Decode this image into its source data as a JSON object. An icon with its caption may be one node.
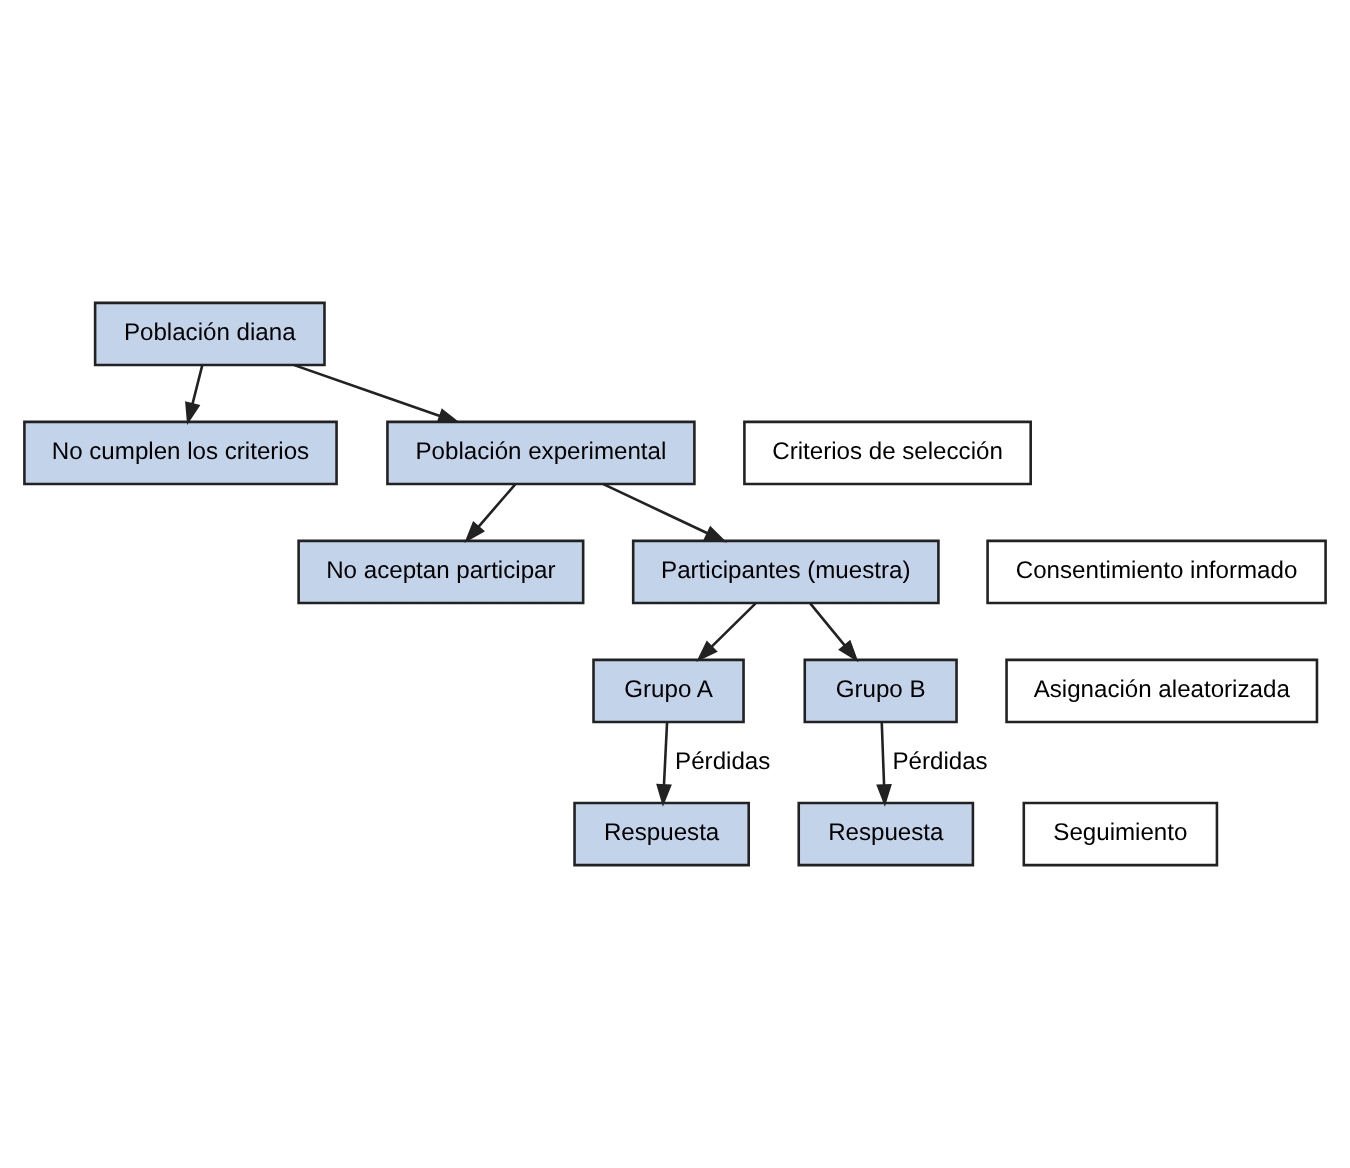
{
  "diagram": {
    "nodes": [
      {
        "text": [
          "Población diana"
        ]
      },
      {
        "text": [
          "Criterios de selección"
        ]
      },
      {
        "text": [
          "No cumplen los criterios"
        ]
      },
      {
        "text": [
          "Población experimental"
        ]
      },
      {
        "text": [
          "Consentimiento informado"
        ]
      },
      {
        "text": [
          "No aceptan participar"
        ]
      },
      {
        "text": [
          "Participantes (muestra)"
        ]
      },
      {
        "text": [
          "Asignación aleatorizada"
        ]
      },
      {
        "text": [
          "Grupo A"
        ]
      },
      {
        "text": [
          "Grupo B"
        ]
      },
      {
        "text": [
          "Seguimiento"
        ]
      },
      {
        "text": [
          "Respuesta"
        ]
      },
      {
        "text": [
          "Respuesta"
        ]
      }
    ],
    "edges": [
      {
        "from": 0,
        "to": 3,
        "arrow": "to"
      },
      {
        "from": 0,
        "to": 2,
        "arrow": "to"
      },
      {
        "from": 3,
        "to": 6,
        "arrow": "to"
      },
      {
        "from": 3,
        "to": 5,
        "arrow": "to"
      },
      {
        "from": 6,
        "to": 8,
        "arrow": "to"
      },
      {
        "from": 6,
        "to": 9,
        "arrow": "to"
      },
      {
        "from": 8,
        "to": 11,
        "arrow": "to",
        "label": "Pérdidas"
      },
      {
        "from": 9,
        "to": 12,
        "arrow": "to",
        "label": "Pérdidas"
      }
    ]
  }
}
